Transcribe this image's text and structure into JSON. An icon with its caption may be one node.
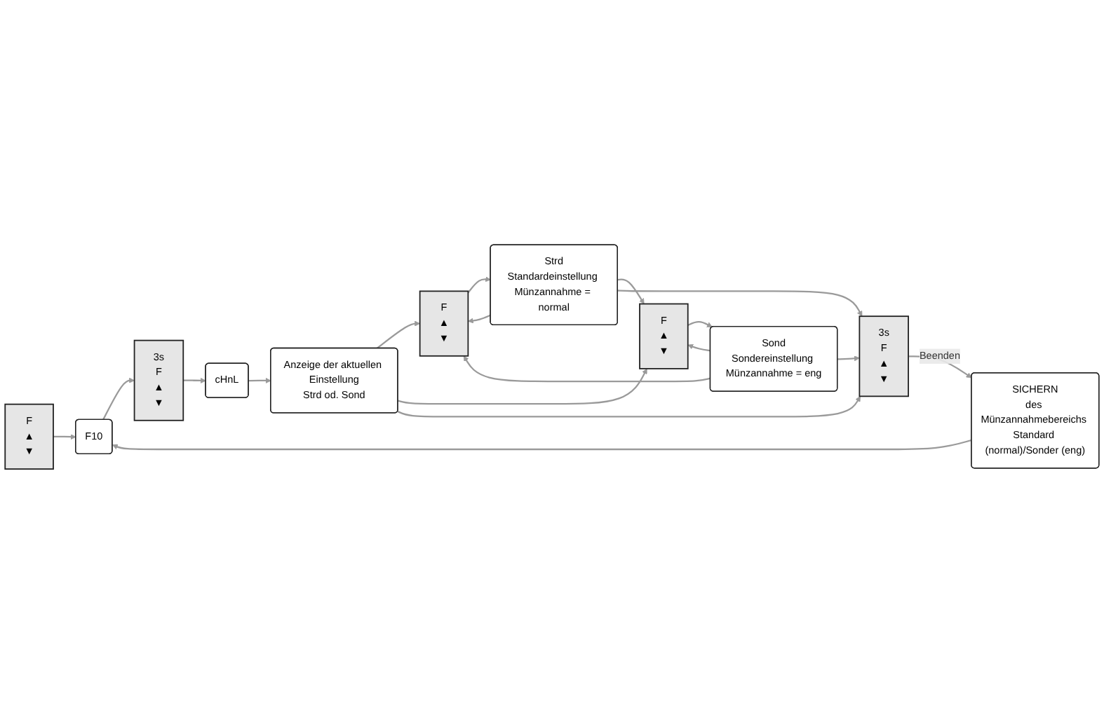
{
  "diagram": {
    "nodes": [
      {
        "text": [
          "F",
          "▲",
          "▼"
        ]
      },
      {
        "text": [
          "F10"
        ]
      },
      {
        "text": [
          "SICHERN",
          "des Münzannahmebereichs Standard (normal)/Sonder (eng)"
        ]
      },
      {
        "text": [
          "3s",
          "F",
          "▲",
          "▼"
        ]
      },
      {
        "text": [
          "cHnL"
        ]
      },
      {
        "text": [
          "Anzeige der aktuellen Einstellung",
          "Strd od. Sond"
        ]
      },
      {
        "text": [
          "F",
          "▲",
          "▼"
        ]
      },
      {
        "text": [
          "Strd",
          "Standardeinstellung Münzannahme = normal"
        ]
      },
      {
        "text": [
          "F",
          "▲",
          "▼"
        ]
      },
      {
        "text": [
          "Sond",
          "Sondereinstellung Münzannahme = eng"
        ]
      },
      {
        "text": [
          "3s",
          "F",
          "▲",
          "▼"
        ]
      }
    ],
    "edges": [
      {
        "from": 0,
        "to": 1,
        "arrow": "to"
      },
      {
        "from": 2,
        "to": 1,
        "arrow": "to"
      },
      {
        "from": 1,
        "to": 3,
        "arrow": "to"
      },
      {
        "from": 3,
        "to": 4,
        "arrow": "to"
      },
      {
        "from": 4,
        "to": 5,
        "arrow": "to"
      },
      {
        "from": 5,
        "to": 6,
        "arrow": "to"
      },
      {
        "from": 5,
        "to": 8,
        "arrow": "to"
      },
      {
        "from": 5,
        "to": 10,
        "arrow": "to"
      },
      {
        "from": 7,
        "to": 6,
        "arrow": "to"
      },
      {
        "from": 7,
        "to": 8,
        "arrow": "to"
      },
      {
        "from": 7,
        "to": 10,
        "arrow": "to"
      },
      {
        "from": 9,
        "to": 6,
        "arrow": "to"
      },
      {
        "from": 9,
        "to": 8,
        "arrow": "to"
      },
      {
        "from": 9,
        "to": 10,
        "arrow": "to"
      },
      {
        "from": 6,
        "to": 7,
        "arrow": "to"
      },
      {
        "from": 8,
        "to": 9,
        "arrow": "to"
      },
      {
        "from": 10,
        "to": 2,
        "arrow": "to",
        "label": "Beenden"
      }
    ]
  }
}
